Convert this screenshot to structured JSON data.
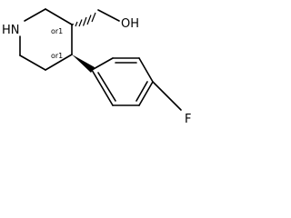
{
  "molecule": {
    "atoms": {
      "nh": "HN",
      "oh": "OH",
      "f": "F"
    },
    "stereo_labels": {
      "c3": "or1",
      "c4": "or1"
    }
  }
}
